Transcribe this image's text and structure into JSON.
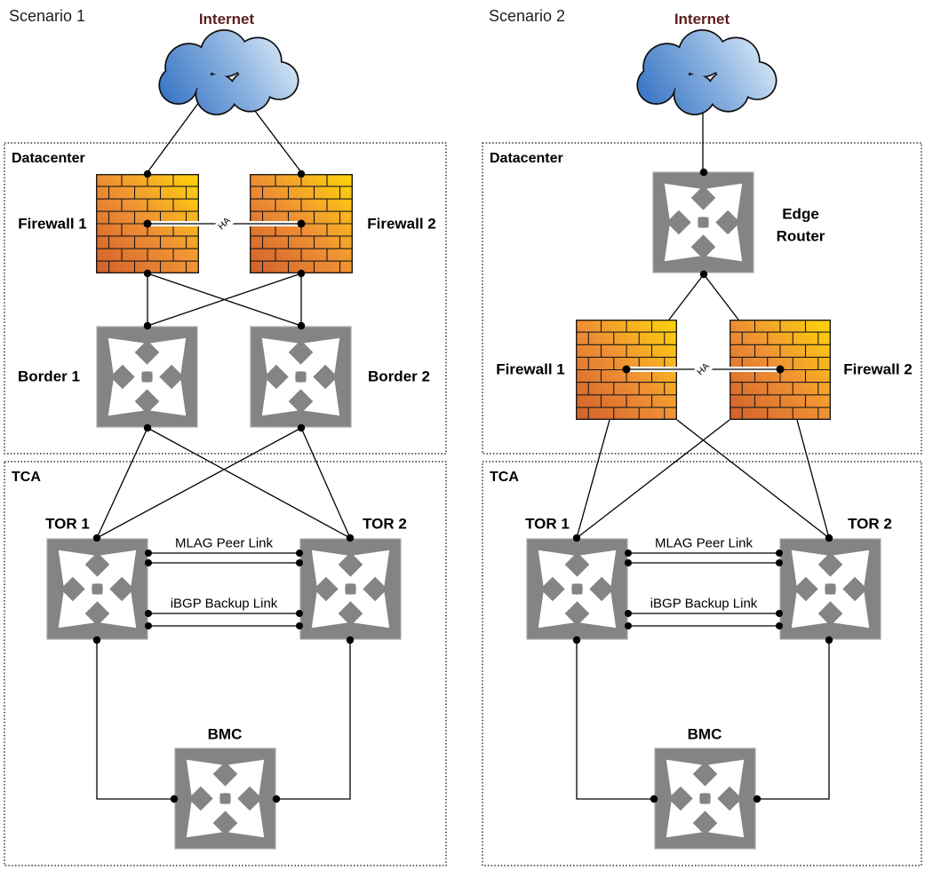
{
  "colors": {
    "switch_gray": "#848484",
    "firewall_dark": "#d25f2b",
    "firewall_mid": "#ef9134",
    "firewall_light": "#ffd60a",
    "cloud_dark": "#2e6dc1",
    "cloud_mid": "#85aede",
    "cloud_light": "#dcebf8",
    "internet_text": "#5e1f1f",
    "line": "#000000"
  },
  "scenario1": {
    "title": "Scenario 1",
    "internet_label": "Internet",
    "datacenter_label": "Datacenter",
    "tca_label": "TCA",
    "firewall1_label": "Firewall 1",
    "firewall2_label": "Firewall 2",
    "border1_label": "Border 1",
    "border2_label": "Border 2",
    "tor1_label": "TOR 1",
    "tor2_label": "TOR 2",
    "bmc_label": "BMC",
    "ha_label": "HA",
    "mlag_label": "MLAG Peer Link",
    "ibgp_label": "iBGP Backup Link"
  },
  "scenario2": {
    "title": "Scenario 2",
    "internet_label": "Internet",
    "datacenter_label": "Datacenter",
    "tca_label": "TCA",
    "edge_router_label_line1": "Edge",
    "edge_router_label_line2": "Router",
    "firewall1_label": "Firewall 1",
    "firewall2_label": "Firewall 2",
    "tor1_label": "TOR 1",
    "tor2_label": "TOR 2",
    "bmc_label": "BMC",
    "ha_label": "HA",
    "mlag_label": "MLAG Peer Link",
    "ibgp_label": "iBGP Backup Link"
  }
}
